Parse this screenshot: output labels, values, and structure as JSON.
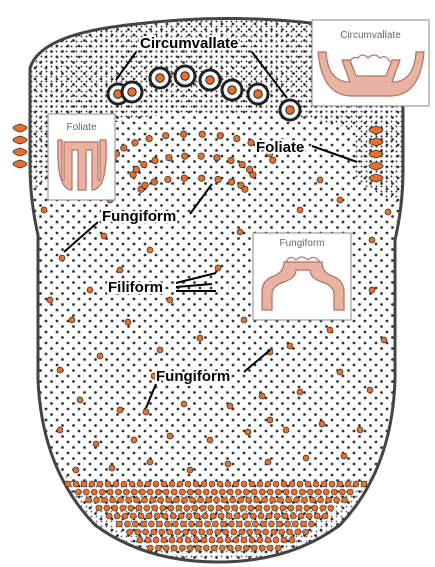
{
  "labels": {
    "circumvallate": "Circumvallate",
    "foliate": "Foliate",
    "fungiform_upper": "Fungiform",
    "filiform": "Filiform",
    "fungiform_lower": "Fungiform"
  },
  "insets": {
    "circumvallate": "Circumvallate",
    "foliate": "Foliate",
    "fungiform": "Fungiform"
  },
  "colors": {
    "papilla_orange": "#E8702A",
    "dot": "#333333",
    "outline": "#444444",
    "tissue_pink": "#E9B3A4",
    "tissue_edge": "#B5705E"
  }
}
